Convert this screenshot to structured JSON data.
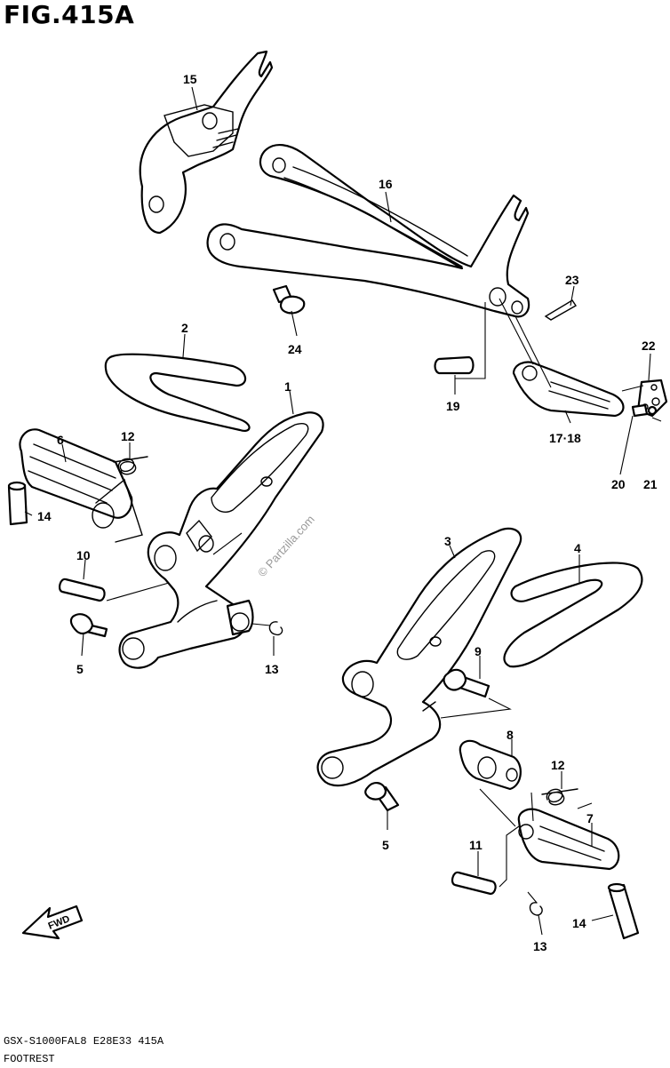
{
  "figure": {
    "title": "FIG.415A",
    "watermark": "© Partzilla.com",
    "model_code": "GSX-S1000FAL8  E28E33  415A",
    "section": "FOOTREST",
    "fwd_label": "FWD"
  },
  "callouts": [
    {
      "id": "c15",
      "text": "15"
    },
    {
      "id": "c16",
      "text": "16"
    },
    {
      "id": "c23",
      "text": "23"
    },
    {
      "id": "c24",
      "text": "24"
    },
    {
      "id": "c22",
      "text": "22"
    },
    {
      "id": "c19",
      "text": "19"
    },
    {
      "id": "c17",
      "text": "17·18"
    },
    {
      "id": "c20",
      "text": "20"
    },
    {
      "id": "c21",
      "text": "21"
    },
    {
      "id": "c2",
      "text": "2"
    },
    {
      "id": "c1",
      "text": "1"
    },
    {
      "id": "c6",
      "text": "6"
    },
    {
      "id": "c12a",
      "text": "12"
    },
    {
      "id": "c14a",
      "text": "14"
    },
    {
      "id": "c10",
      "text": "10"
    },
    {
      "id": "c5a",
      "text": "5"
    },
    {
      "id": "c13a",
      "text": "13"
    },
    {
      "id": "c3",
      "text": "3"
    },
    {
      "id": "c4",
      "text": "4"
    },
    {
      "id": "c9",
      "text": "9"
    },
    {
      "id": "c8",
      "text": "8"
    },
    {
      "id": "c12b",
      "text": "12"
    },
    {
      "id": "c7",
      "text": "7"
    },
    {
      "id": "c5b",
      "text": "5"
    },
    {
      "id": "c11",
      "text": "11"
    },
    {
      "id": "c14b",
      "text": "14"
    },
    {
      "id": "c13b",
      "text": "13"
    }
  ]
}
